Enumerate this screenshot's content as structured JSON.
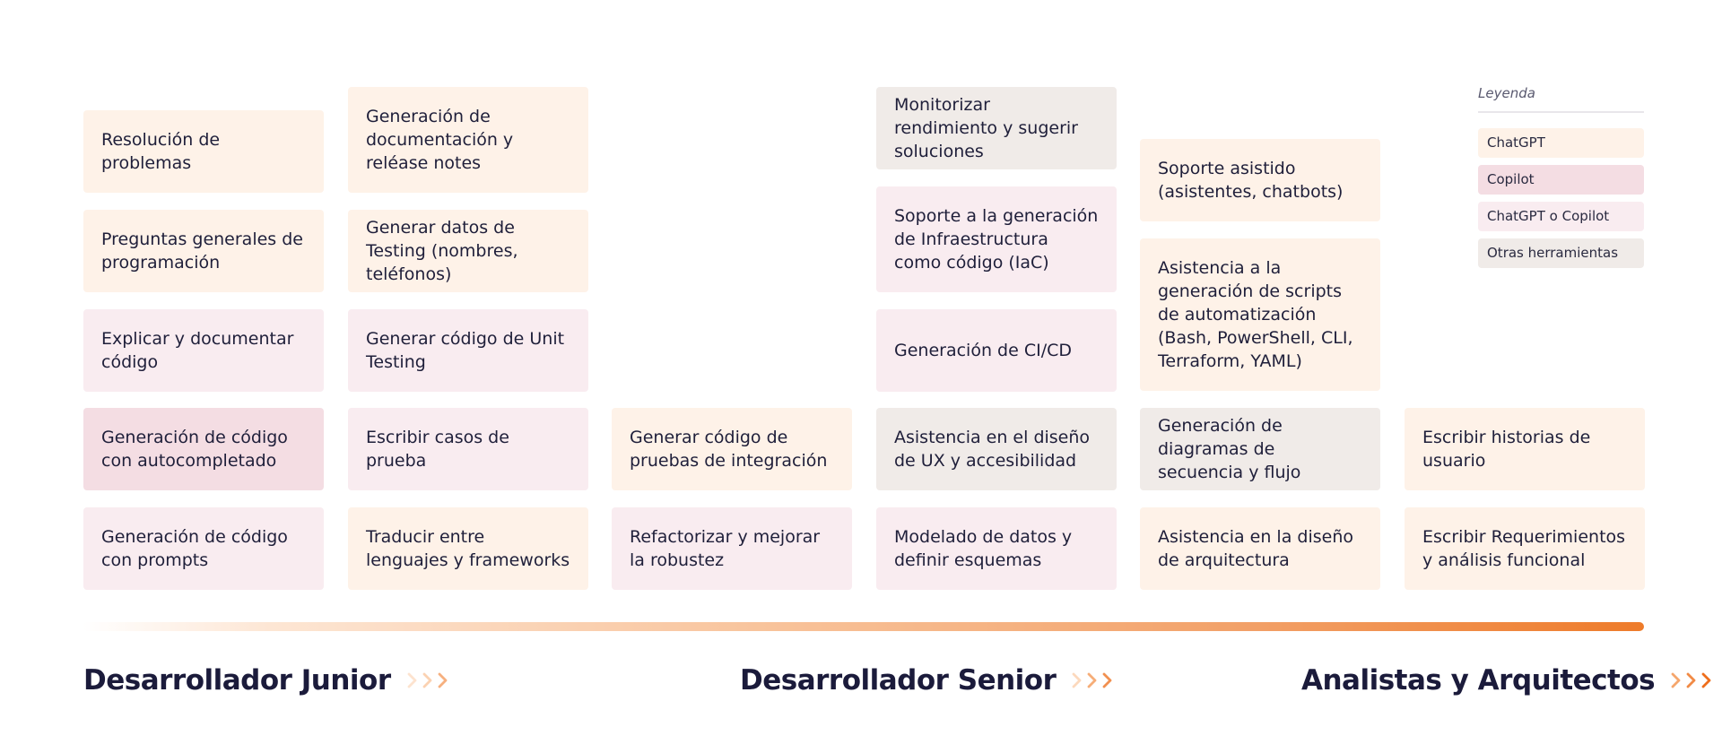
{
  "colors": {
    "chatgpt": "#fef2e8",
    "copilot": "#f4dde3",
    "chatgpt_or_copilot": "#f9ecf0",
    "other_tools": "#f0ebe8",
    "accent": "#ee7b2a",
    "text": "#1f1f3a"
  },
  "cards": [
    {
      "text": "Resolución de problemas",
      "tool": "chatgpt"
    },
    {
      "text": "Preguntas generales de programación",
      "tool": "chatgpt"
    },
    {
      "text": "Explicar y documentar código",
      "tool": "chatgpt_or_copilot"
    },
    {
      "text": "Generación de código con autocompletado",
      "tool": "copilot"
    },
    {
      "text": "Generación de código con prompts",
      "tool": "chatgpt_or_copilot"
    },
    {
      "text": "Generación de documentación y reléase notes",
      "tool": "chatgpt"
    },
    {
      "text": "Generar datos de Testing (nombres, teléfonos)",
      "tool": "chatgpt"
    },
    {
      "text": "Generar código de Unit Testing",
      "tool": "chatgpt_or_copilot"
    },
    {
      "text": "Escribir casos de prueba",
      "tool": "chatgpt_or_copilot"
    },
    {
      "text": "Traducir entre lenguajes y frameworks",
      "tool": "chatgpt"
    },
    {
      "text": "Generar código de pruebas de integración",
      "tool": "chatgpt"
    },
    {
      "text": "Refactorizar y mejorar la robustez",
      "tool": "chatgpt_or_copilot"
    },
    {
      "text": "Monitorizar rendimiento y sugerir soluciones",
      "tool": "other_tools"
    },
    {
      "text": "Soporte a la generación de Infraestructura como código (IaC)",
      "tool": "chatgpt_or_copilot"
    },
    {
      "text": "Generación de CI/CD",
      "tool": "chatgpt_or_copilot"
    },
    {
      "text": "Asistencia en el diseño de UX y accesibilidad",
      "tool": "other_tools"
    },
    {
      "text": "Modelado de datos y definir esquemas",
      "tool": "chatgpt_or_copilot"
    },
    {
      "text": "Soporte asistido (asistentes, chatbots)",
      "tool": "chatgpt"
    },
    {
      "text": "Asistencia a la generación de scripts de automatización (Bash, PowerShell, CLI, Terraform, YAML)",
      "tool": "chatgpt"
    },
    {
      "text": "Generación de diagramas de secuencia y flujo",
      "tool": "other_tools"
    },
    {
      "text": "Asistencia en la diseño de arquitectura",
      "tool": "chatgpt"
    },
    {
      "text": "Escribir historias de usuario",
      "tool": "chatgpt"
    },
    {
      "text": "Escribir Requerimientos y análisis funcional",
      "tool": "chatgpt"
    }
  ],
  "legend": {
    "title": "Leyenda",
    "items": [
      {
        "label": "ChatGPT",
        "tool": "chatgpt"
      },
      {
        "label": "Copilot",
        "tool": "copilot"
      },
      {
        "label": "ChatGPT o Copilot",
        "tool": "chatgpt_or_copilot"
      },
      {
        "label": "Otras herramientas",
        "tool": "other_tools"
      }
    ]
  },
  "stages": [
    {
      "label": "Desarrollador Junior"
    },
    {
      "label": "Desarrollador Senior"
    },
    {
      "label": "Analistas y Arquitectos"
    }
  ]
}
